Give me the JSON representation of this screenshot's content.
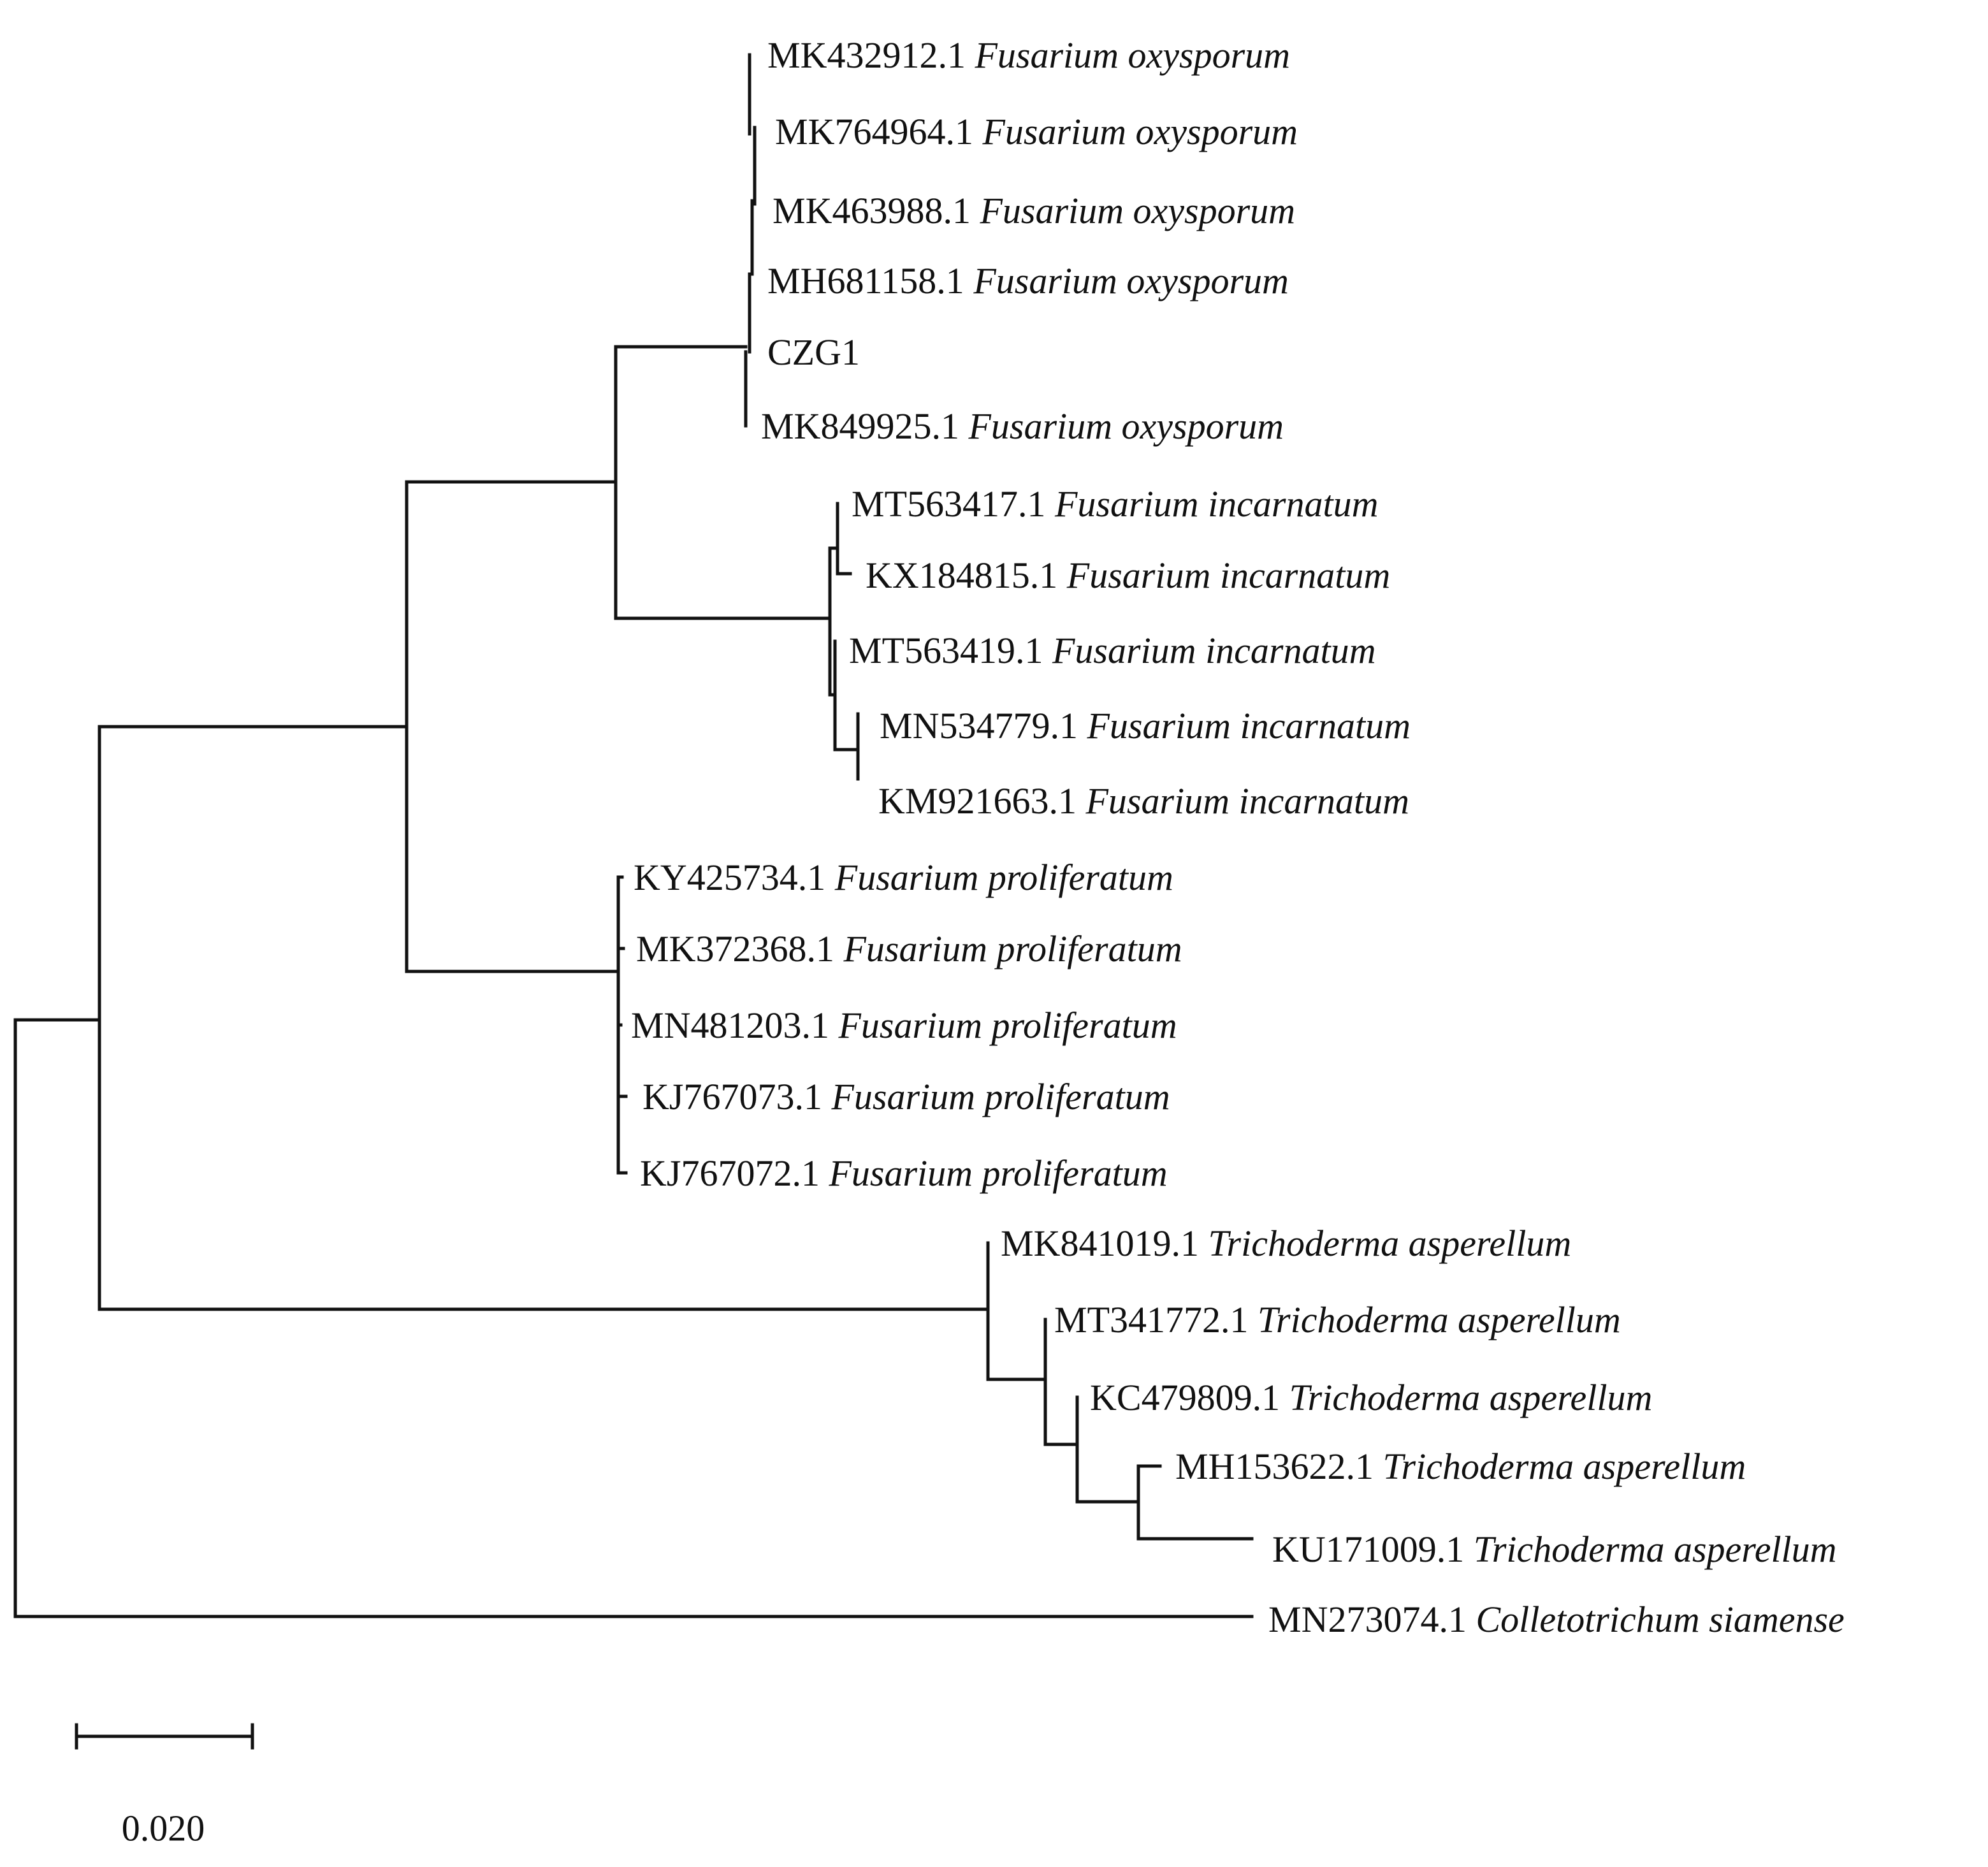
{
  "title": "Phylogenetic tree",
  "leaves": [
    {
      "accession": "MK432912.1",
      "species": "Fusarium oxysporum"
    },
    {
      "accession": "MK764964.1",
      "species": "Fusarium oxysporum"
    },
    {
      "accession": "MK463988.1",
      "species": "Fusarium oxysporum"
    },
    {
      "accession": "MH681158.1",
      "species": "Fusarium oxysporum"
    },
    {
      "accession": "CZG1",
      "species": ""
    },
    {
      "accession": "MK849925.1",
      "species": "Fusarium oxysporum"
    },
    {
      "accession": "MT563417.1",
      "species": "Fusarium incarnatum"
    },
    {
      "accession": "KX184815.1",
      "species": "Fusarium incarnatum"
    },
    {
      "accession": "MT563419.1",
      "species": "Fusarium incarnatum"
    },
    {
      "accession": "MN534779.1",
      "species": "Fusarium incarnatum"
    },
    {
      "accession": "KM921663.1",
      "species": "Fusarium incarnatum"
    },
    {
      "accession": "KY425734.1",
      "species": "Fusarium proliferatum"
    },
    {
      "accession": "MK372368.1",
      "species": "Fusarium proliferatum"
    },
    {
      "accession": "MN481203.1",
      "species": "Fusarium proliferatum"
    },
    {
      "accession": "KJ767073.1",
      "species": "Fusarium proliferatum"
    },
    {
      "accession": "KJ767072.1",
      "species": "Fusarium proliferatum"
    },
    {
      "accession": "MK841019.1",
      "species": "Trichoderma asperellum"
    },
    {
      "accession": "MT341772.1",
      "species": "Trichoderma asperellum"
    },
    {
      "accession": "KC479809.1",
      "species": "Trichoderma asperellum"
    },
    {
      "accession": "MH153622.1",
      "species": "Trichoderma asperellum"
    },
    {
      "accession": "KU171009.1",
      "species": "Trichoderma asperellum"
    },
    {
      "accession": "MN273074.1",
      "species": "Colletotrichum siamense"
    }
  ],
  "scale_bar": {
    "label": "0.020",
    "value": 0.02
  }
}
